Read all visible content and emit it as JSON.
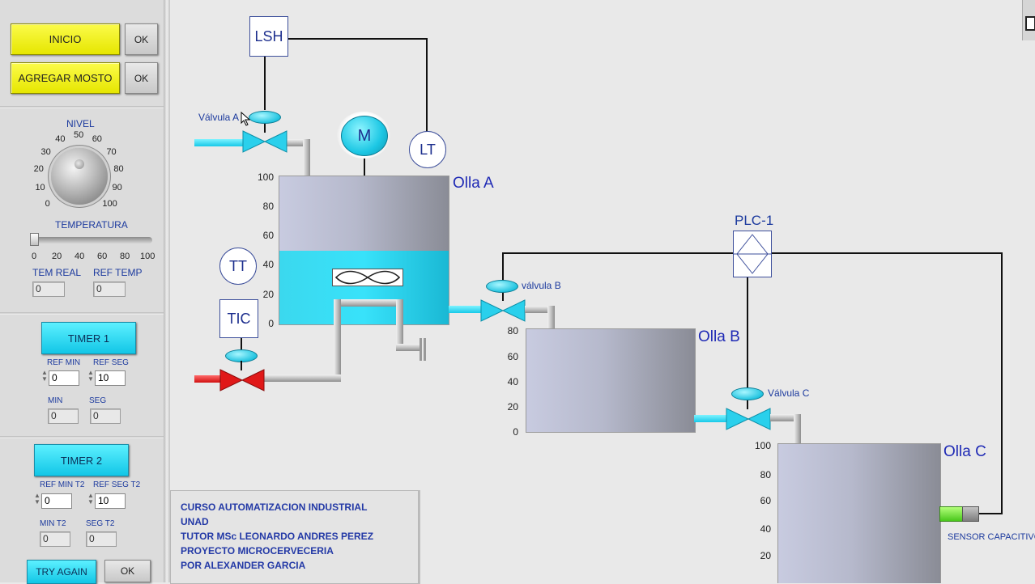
{
  "left_panel": {
    "start_button": "INICIO",
    "start_ok": "OK",
    "add_must_button": "AGREGAR MOSTO",
    "add_must_ok": "OK",
    "level_knob": {
      "label": "NIVEL",
      "ticks": [
        "0",
        "10",
        "20",
        "30",
        "40",
        "50",
        "60",
        "70",
        "80",
        "90",
        "100"
      ]
    },
    "temperature_slider": {
      "label": "TEMPERATURA",
      "ticks": [
        "0",
        "20",
        "40",
        "60",
        "80",
        "100"
      ],
      "value": 0
    },
    "temp_real_label": "TEM REAL",
    "temp_real_value": "0",
    "ref_temp_label": "REF TEMP",
    "ref_temp_value": "0",
    "timer1": {
      "button": "TIMER 1",
      "ref_min_label": "REF MIN",
      "ref_min_value": "0",
      "ref_seg_label": "REF SEG",
      "ref_seg_value": "10",
      "min_label": "MIN",
      "min_value": "0",
      "seg_label": "SEG",
      "seg_value": "0"
    },
    "timer2": {
      "button": "TIMER 2",
      "ref_min_label": "REF MIN T2",
      "ref_min_value": "0",
      "ref_seg_label": "REF SEG T2",
      "ref_seg_value": "10",
      "min_label": "MIN T2",
      "min_value": "0",
      "seg_label": "SEG T2",
      "seg_value": "0"
    },
    "try_again_button": "TRY AGAIN",
    "try_again_ok": "OK"
  },
  "process": {
    "lsh": "LSH",
    "lt": "LT",
    "motor": "M",
    "tt": "TT",
    "tic": "TIC",
    "plc": "PLC-1",
    "valve_a_label": "Válvula A",
    "valve_b_label": "válvula B",
    "valve_c_label": "Válvula C",
    "tank_a": {
      "name": "Olla A",
      "level": 50,
      "scale": [
        "100",
        "80",
        "60",
        "40",
        "20",
        "0"
      ]
    },
    "tank_b": {
      "name": "Olla B",
      "level": 0,
      "scale": [
        "80",
        "60",
        "40",
        "20",
        "0"
      ]
    },
    "tank_c": {
      "name": "Olla C",
      "level": 0,
      "scale": [
        "100",
        "80",
        "60",
        "40",
        "20"
      ]
    },
    "sensor_label": "SENSOR CAPACITIVO"
  },
  "info": {
    "lines": [
      "CURSO AUTOMATIZACION INDUSTRIAL",
      "UNAD",
      "TUTOR MSc LEONARDO ANDRES PEREZ",
      "PROYECTO MICROCERVECERIA",
      "POR ALEXANDER GARCIA"
    ]
  },
  "colors": {
    "accent_yellow": "#f2f21a",
    "accent_cyan": "#2ad6f0",
    "label_blue": "#1c3a9e",
    "hot_red": "#d81c1c",
    "sensor_green": "#6ee23a"
  }
}
